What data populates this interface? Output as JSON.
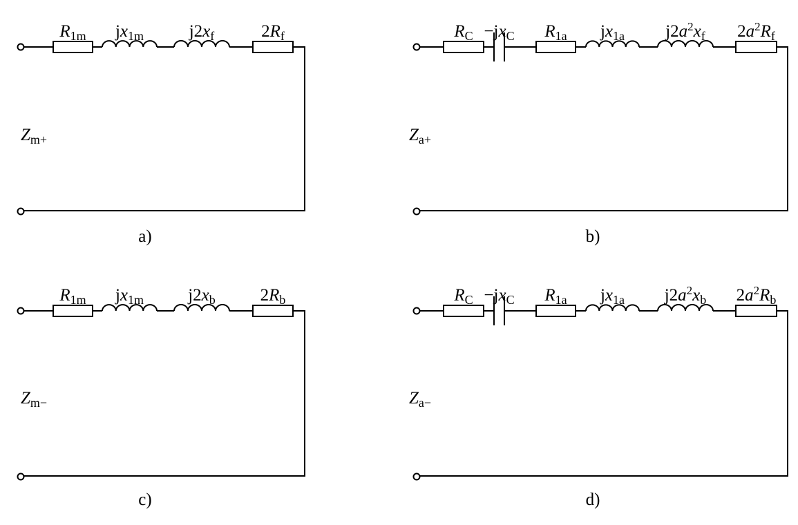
{
  "panels": [
    {
      "id": "a",
      "caption": "a)",
      "impedance": [
        {
          "t": "Z",
          "s": "i"
        },
        {
          "t": "m+",
          "s": "sub"
        }
      ],
      "elements": [
        {
          "kind": "resistor",
          "label": [
            {
              "t": "R",
              "s": "i"
            },
            {
              "t": "1m",
              "s": "sub"
            }
          ]
        },
        {
          "kind": "inductor",
          "label": [
            {
              "t": "j",
              "s": "r"
            },
            {
              "t": "x",
              "s": "i"
            },
            {
              "t": "1m",
              "s": "sub"
            }
          ]
        },
        {
          "kind": "inductor",
          "label": [
            {
              "t": "j2",
              "s": "r"
            },
            {
              "t": "x",
              "s": "i"
            },
            {
              "t": "f",
              "s": "sub"
            }
          ]
        },
        {
          "kind": "resistor",
          "label": [
            {
              "t": "2",
              "s": "r"
            },
            {
              "t": "R",
              "s": "i"
            },
            {
              "t": "f",
              "s": "sub"
            }
          ]
        }
      ]
    },
    {
      "id": "b",
      "caption": "b)",
      "impedance": [
        {
          "t": "Z",
          "s": "i"
        },
        {
          "t": "a+",
          "s": "sub"
        }
      ],
      "elements": [
        {
          "kind": "resistor",
          "label": [
            {
              "t": "R",
              "s": "i"
            },
            {
              "t": "C",
              "s": "sub"
            }
          ]
        },
        {
          "kind": "capacitor",
          "label": [
            {
              "t": "−j",
              "s": "r"
            },
            {
              "t": "x",
              "s": "i"
            },
            {
              "t": "C",
              "s": "sub"
            }
          ]
        },
        {
          "kind": "resistor",
          "label": [
            {
              "t": "R",
              "s": "i"
            },
            {
              "t": "1a",
              "s": "sub"
            }
          ]
        },
        {
          "kind": "inductor",
          "label": [
            {
              "t": "j",
              "s": "r"
            },
            {
              "t": "x",
              "s": "i"
            },
            {
              "t": "1a",
              "s": "sub"
            }
          ]
        },
        {
          "kind": "inductor",
          "label": [
            {
              "t": "j2",
              "s": "r"
            },
            {
              "t": "a",
              "s": "i"
            },
            {
              "t": "2",
              "s": "sup"
            },
            {
              "t": "x",
              "s": "i"
            },
            {
              "t": "f",
              "s": "sub"
            }
          ]
        },
        {
          "kind": "resistor",
          "label": [
            {
              "t": "2",
              "s": "r"
            },
            {
              "t": "a",
              "s": "i"
            },
            {
              "t": "2",
              "s": "sup"
            },
            {
              "t": "R",
              "s": "i"
            },
            {
              "t": "f",
              "s": "sub"
            }
          ]
        }
      ]
    },
    {
      "id": "c",
      "caption": "c)",
      "impedance": [
        {
          "t": "Z",
          "s": "i"
        },
        {
          "t": "m−",
          "s": "sub"
        }
      ],
      "elements": [
        {
          "kind": "resistor",
          "label": [
            {
              "t": "R",
              "s": "i"
            },
            {
              "t": "1m",
              "s": "sub"
            }
          ]
        },
        {
          "kind": "inductor",
          "label": [
            {
              "t": "j",
              "s": "r"
            },
            {
              "t": "x",
              "s": "i"
            },
            {
              "t": "1m",
              "s": "sub"
            }
          ]
        },
        {
          "kind": "inductor",
          "label": [
            {
              "t": "j2",
              "s": "r"
            },
            {
              "t": "x",
              "s": "i"
            },
            {
              "t": "b",
              "s": "sub"
            }
          ]
        },
        {
          "kind": "resistor",
          "label": [
            {
              "t": "2",
              "s": "r"
            },
            {
              "t": "R",
              "s": "i"
            },
            {
              "t": "b",
              "s": "sub"
            }
          ]
        }
      ]
    },
    {
      "id": "d",
      "caption": "d)",
      "impedance": [
        {
          "t": "Z",
          "s": "i"
        },
        {
          "t": "a−",
          "s": "sub"
        }
      ],
      "elements": [
        {
          "kind": "resistor",
          "label": [
            {
              "t": "R",
              "s": "i"
            },
            {
              "t": "C",
              "s": "sub"
            }
          ]
        },
        {
          "kind": "capacitor",
          "label": [
            {
              "t": "−j",
              "s": "r"
            },
            {
              "t": "x",
              "s": "i"
            },
            {
              "t": "C",
              "s": "sub"
            }
          ]
        },
        {
          "kind": "resistor",
          "label": [
            {
              "t": "R",
              "s": "i"
            },
            {
              "t": "1a",
              "s": "sub"
            }
          ]
        },
        {
          "kind": "inductor",
          "label": [
            {
              "t": "j",
              "s": "r"
            },
            {
              "t": "x",
              "s": "i"
            },
            {
              "t": "1a",
              "s": "sub"
            }
          ]
        },
        {
          "kind": "inductor",
          "label": [
            {
              "t": "j2",
              "s": "r"
            },
            {
              "t": "a",
              "s": "i"
            },
            {
              "t": "2",
              "s": "sup"
            },
            {
              "t": "x",
              "s": "i"
            },
            {
              "t": "b",
              "s": "sub"
            }
          ]
        },
        {
          "kind": "resistor",
          "label": [
            {
              "t": "2",
              "s": "r"
            },
            {
              "t": "a",
              "s": "i"
            },
            {
              "t": "2",
              "s": "sup"
            },
            {
              "t": "R",
              "s": "i"
            },
            {
              "t": "b",
              "s": "sub"
            }
          ]
        }
      ]
    }
  ]
}
